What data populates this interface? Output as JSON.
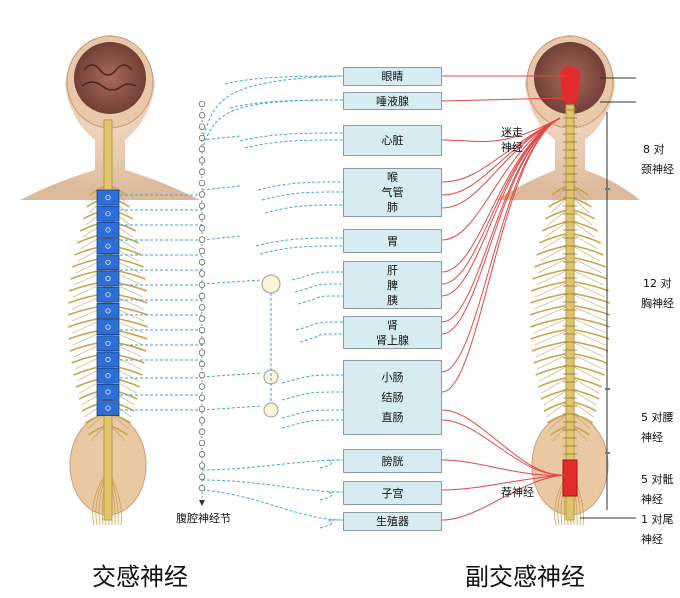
{
  "organs": [
    {
      "lines": [
        "眼睛"
      ]
    },
    {
      "lines": [
        "唾液腺"
      ]
    },
    {
      "lines": [
        "心脏"
      ]
    },
    {
      "lines": [
        "喉",
        "气管",
        "肺"
      ]
    },
    {
      "lines": [
        "胃"
      ]
    },
    {
      "lines": [
        "肝",
        "脾",
        "胰"
      ]
    },
    {
      "lines": [
        "肾",
        "肾上腺"
      ]
    },
    {
      "lines": [
        "小肠",
        "结肠",
        "直肠"
      ]
    },
    {
      "lines": [
        "膀胱"
      ]
    },
    {
      "lines": [
        "子宫"
      ]
    },
    {
      "lines": [
        "生殖器"
      ]
    }
  ],
  "labels": {
    "ganglia": "腹腔神经节",
    "vagus": [
      "迷走",
      "神经"
    ],
    "sacral_nerve": "荐神经",
    "cervical": [
      "8 对",
      "颈神经"
    ],
    "thoracic": [
      "12 对",
      "胸神经"
    ],
    "lumbar": [
      "5 对腰",
      "神经"
    ],
    "sacral": [
      "5 对骶",
      "神经"
    ],
    "coccygeal": [
      "1 对尾",
      "神经"
    ]
  },
  "titles": {
    "sympathetic": "交感神经",
    "parasympathetic": "副交感神经"
  },
  "colors": {
    "sympathetic_line": "#3fa6d6",
    "parasympathetic_line": "#e04848",
    "organ_box": "#d7ecf2",
    "spinal_segments_sympathetic": "#2e6fd6",
    "spinal_segments_parasympathetic": "#e22b2b"
  }
}
